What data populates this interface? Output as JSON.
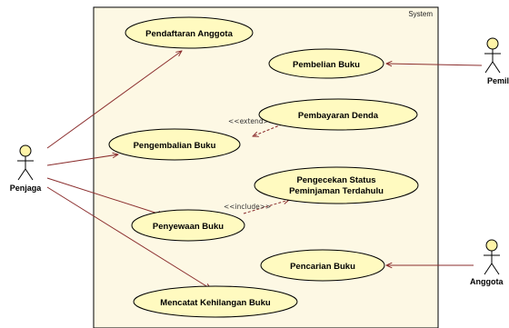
{
  "system": {
    "label": "System"
  },
  "colors": {
    "boundary_fill": "#fdf8e4",
    "usecase_fill": "#fffac0",
    "actor_fill": "#fff4a8",
    "line": "#8b2e2e",
    "outline": "#000000"
  },
  "actors": {
    "penjaga": "Penjaga",
    "pemilik": "Pemilik",
    "anggota": "Anggota"
  },
  "use_cases": {
    "pendaftaran_anggota": "Pendaftaran Anggota",
    "pembelian_buku": "Pembelian Buku",
    "pembayaran_denda": "Pembayaran Denda",
    "pengembalian_buku": "Pengembalian Buku",
    "pengecekan_status_line1": "Pengecekan Status",
    "pengecekan_status_line2": "Peminjaman Terdahulu",
    "penyewaan_buku": "Penyewaan Buku",
    "pencarian_buku": "Pencarian Buku",
    "mencatat_kehilangan_buku": "Mencatat Kehilangan Buku"
  },
  "stereotypes": {
    "extend": "<<extend>>",
    "include": "<<include>>"
  }
}
